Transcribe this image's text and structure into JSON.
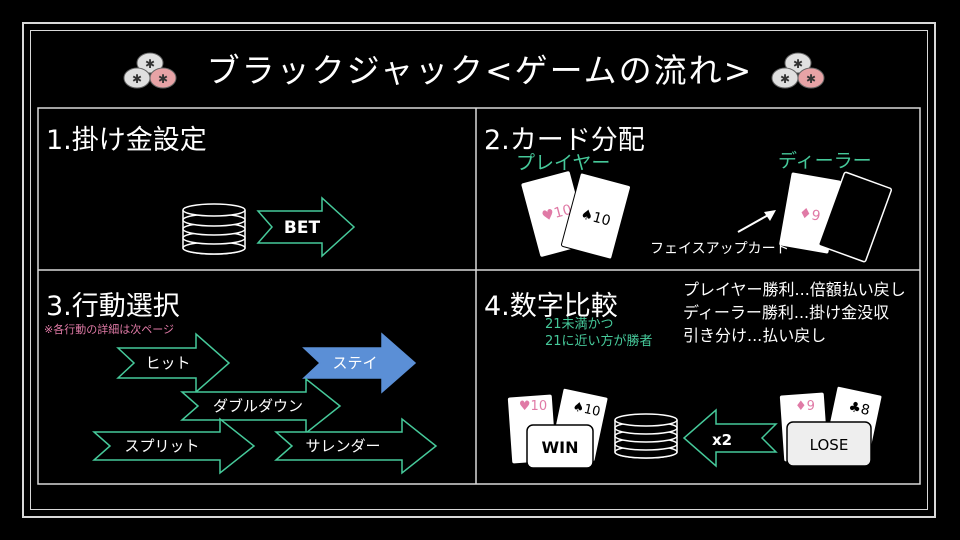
{
  "title": "ブラックジャック<ゲームの流れ>",
  "sections": {
    "s1": {
      "title": "1.掛け金設定",
      "bet_label": "BET"
    },
    "s2": {
      "title": "2.カード分配",
      "player_label": "プレイヤー",
      "dealer_label": "ディーラー",
      "player_cards": [
        "♥10",
        "♠10"
      ],
      "dealer_card": "♦9",
      "face_up_label": "フェイスアップカード"
    },
    "s3": {
      "title": "3.行動選択",
      "note": "※各行動の詳細は次ページ",
      "actions": [
        "ヒット",
        "ステイ",
        "ダブルダウン",
        "スプリット",
        "サレンダー"
      ]
    },
    "s4": {
      "title": "4.数字比較",
      "condition_line1": "21未満かつ",
      "condition_line2": "21に近い方が勝者",
      "results": [
        "プレイヤー勝利...倍額払い戻し",
        "ディーラー勝利...掛け金没収",
        "引き分け...払い戻し"
      ],
      "win_label": "WIN",
      "lose_label": "LOSE",
      "multiplier": "x2",
      "win_cards": [
        "♥10",
        "♠10"
      ],
      "lose_cards": [
        "♦9",
        "♣8"
      ]
    }
  },
  "colors": {
    "accent_green": "#46c99a",
    "highlight_blue": "#5b8fd6",
    "pink": "#e07aa6",
    "chip_pink": "#e7a3a6"
  }
}
